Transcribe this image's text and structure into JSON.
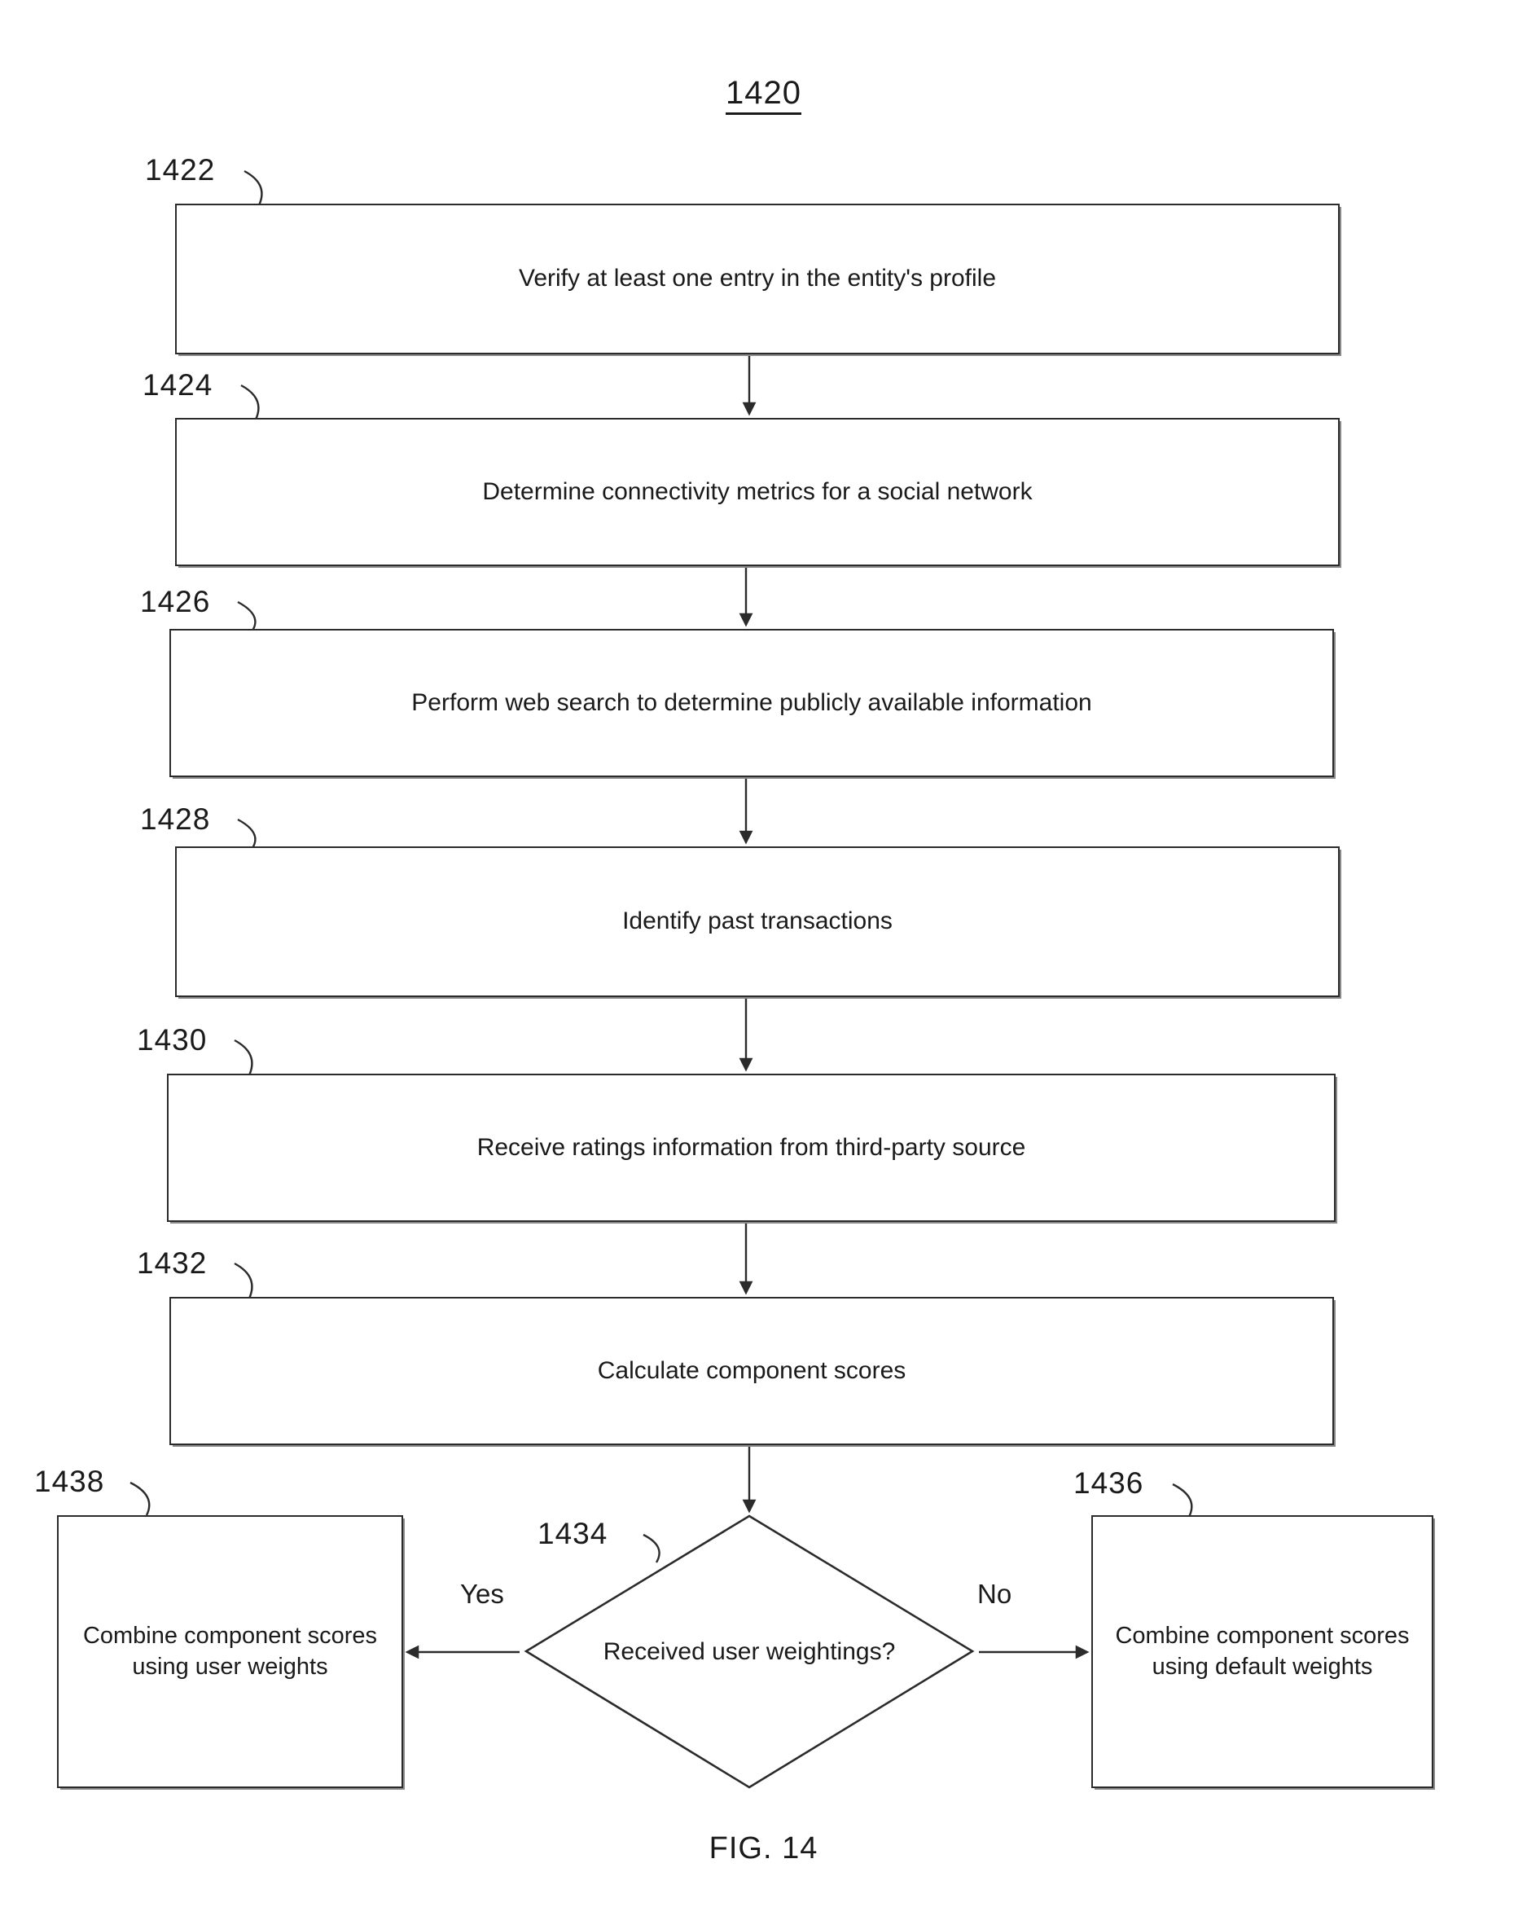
{
  "figure": {
    "top_number": "1420",
    "caption": "FIG. 14"
  },
  "nodes": [
    {
      "ref": "1422",
      "text": "Verify at least one entry in the entity's profile",
      "shape": "process"
    },
    {
      "ref": "1424",
      "text": "Determine connectivity metrics for a social network",
      "shape": "process"
    },
    {
      "ref": "1426",
      "text": "Perform web search to determine publicly available information",
      "shape": "process"
    },
    {
      "ref": "1428",
      "text": "Identify past transactions",
      "shape": "process"
    },
    {
      "ref": "1430",
      "text": "Receive ratings information from third-party source",
      "shape": "process"
    },
    {
      "ref": "1432",
      "text": "Calculate component scores",
      "shape": "process"
    },
    {
      "ref": "1434",
      "text": "Received user weightings?",
      "shape": "decision"
    },
    {
      "ref": "1436",
      "text": "Combine component scores using default weights",
      "shape": "process"
    },
    {
      "ref": "1438",
      "text": "Combine component scores using user weights",
      "shape": "process"
    }
  ],
  "branches": {
    "yes_label": "Yes",
    "no_label": "No"
  },
  "colors": {
    "ink": "#1a1a1a",
    "stroke": "#2b2b2b",
    "background": "#ffffff"
  }
}
